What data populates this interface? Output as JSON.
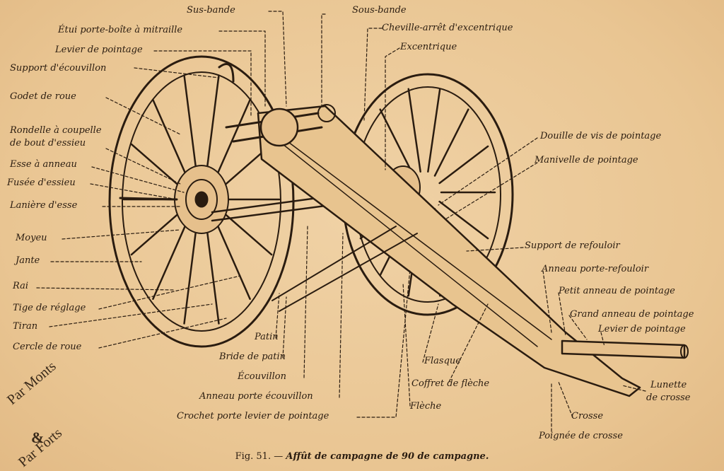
{
  "labels": {
    "sus_bande": "Sus-bande",
    "etui": "Étui porte-boîte à mitraille",
    "levier_pointage_top": "Levier de pointage",
    "support_ecouvillon": "Support d'écouvillon",
    "godet": "Godet de roue",
    "rondelle_1": "Rondelle à coupelle",
    "rondelle_2": "de bout d'essieu",
    "esse": "Esse à anneau",
    "fusee": "Fusée d'essieu",
    "laniere": "Lanière d'esse",
    "moyeu": "Moyeu",
    "jante": "Jante",
    "rai": "Rai",
    "tige": "Tige de réglage",
    "tiran": "Tiran",
    "cercle": "Cercle de roue",
    "sous_bande": "Sous-bande",
    "cheville": "Cheville-arrêt d'excentrique",
    "excentrique": "Excentrique",
    "douille": "Douille de vis de pointage",
    "manivelle": "Manivelle de pointage",
    "support_refouloir": "Support de refouloir",
    "anneau_refouloir": "Anneau porte-refouloir",
    "petit_anneau": "Petit anneau de pointage",
    "grand_anneau": "Grand anneau de pointage",
    "levier_pointage_right": "Levier de pointage",
    "lunette_1": "Lunette",
    "lunette_2": "de crosse",
    "crosse": "Crosse",
    "poignee": "Poignée de crosse",
    "patin": "Patin",
    "bride": "Bride de patin",
    "ecouvillon": "Écouvillon",
    "anneau_ecouvillon": "Anneau porte écouvillon",
    "crochet": "Crochet porte levier de pointage",
    "flasque": "Flasque",
    "coffret": "Coffret de flèche",
    "fleche": "Flèche"
  },
  "caption": {
    "number": "Fig. 51. —",
    "title": "Affût de campagne de 90 de campagne."
  },
  "watermark": {
    "line1": "Par Monts",
    "amp": "&",
    "line2": "Par Forts"
  },
  "colors": {
    "paper": "#ecc99a",
    "ink": "#2a1c10"
  }
}
